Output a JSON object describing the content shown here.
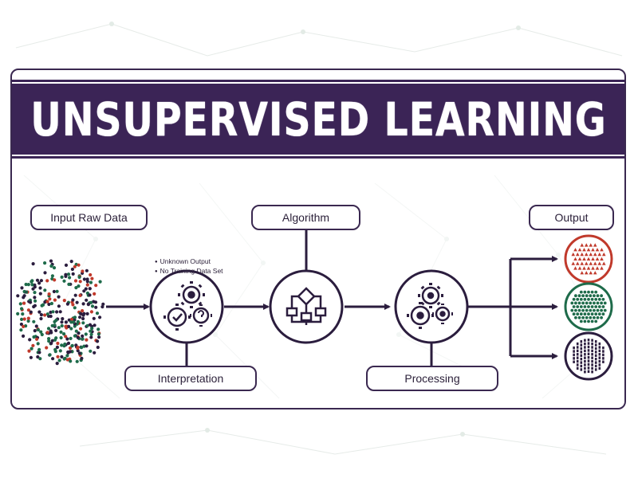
{
  "title": "UNSUPERVISED LEARNING",
  "labels": {
    "input": "Input Raw Data",
    "algorithm": "Algorithm",
    "output": "Output",
    "interpretation": "Interpretation",
    "processing": "Processing"
  },
  "notes": [
    "Unknown Output",
    "No Training Data Set"
  ],
  "colors": {
    "purple": "#3b2456",
    "outline": "#3a2850",
    "red": "#c0392b",
    "green": "#1e6b4a",
    "dark": "#2b1d3e"
  },
  "icons": {
    "interpretation": "gears-check-question-icon",
    "algorithm": "flowchart-icon",
    "processing": "gears-icon"
  }
}
